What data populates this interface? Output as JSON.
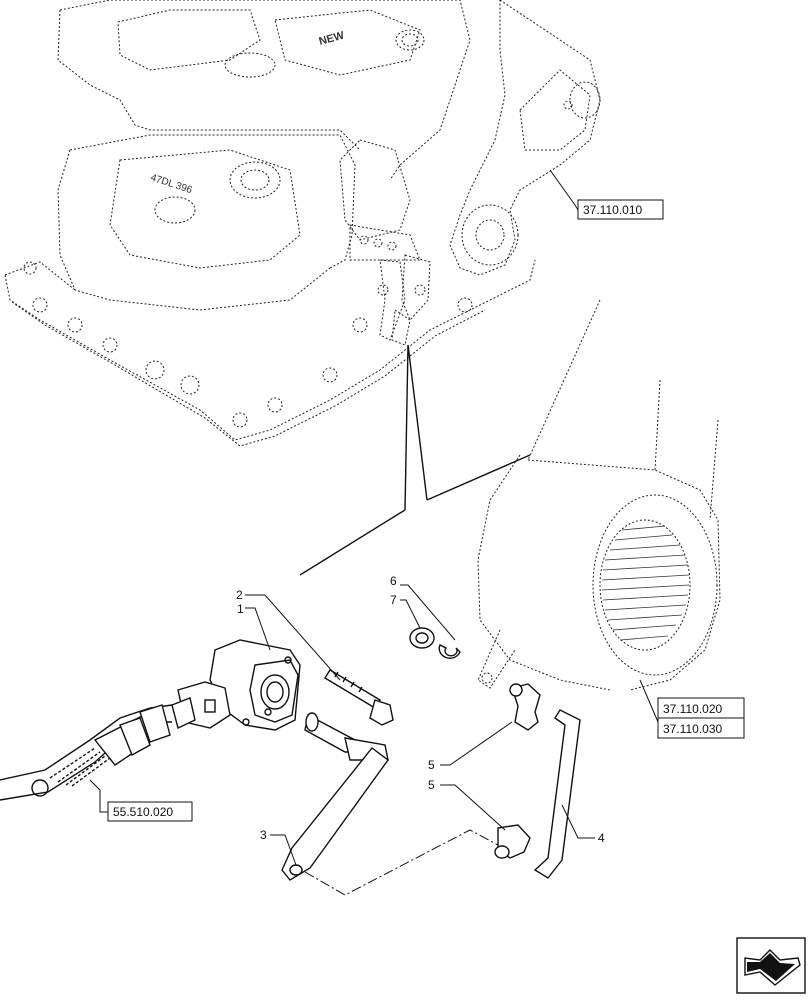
{
  "callouts": {
    "c1": "1",
    "c2": "2",
    "c3": "3",
    "c4": "4",
    "c5a": "5",
    "c5b": "5",
    "c6": "6",
    "c7": "7"
  },
  "references": {
    "ref_arm": "37.110.010",
    "ref_lift_a": "37.110.020",
    "ref_lift_b": "37.110.030",
    "ref_harness": "55.510.020"
  },
  "icons": {
    "nav": "next-page-arrow-icon"
  }
}
